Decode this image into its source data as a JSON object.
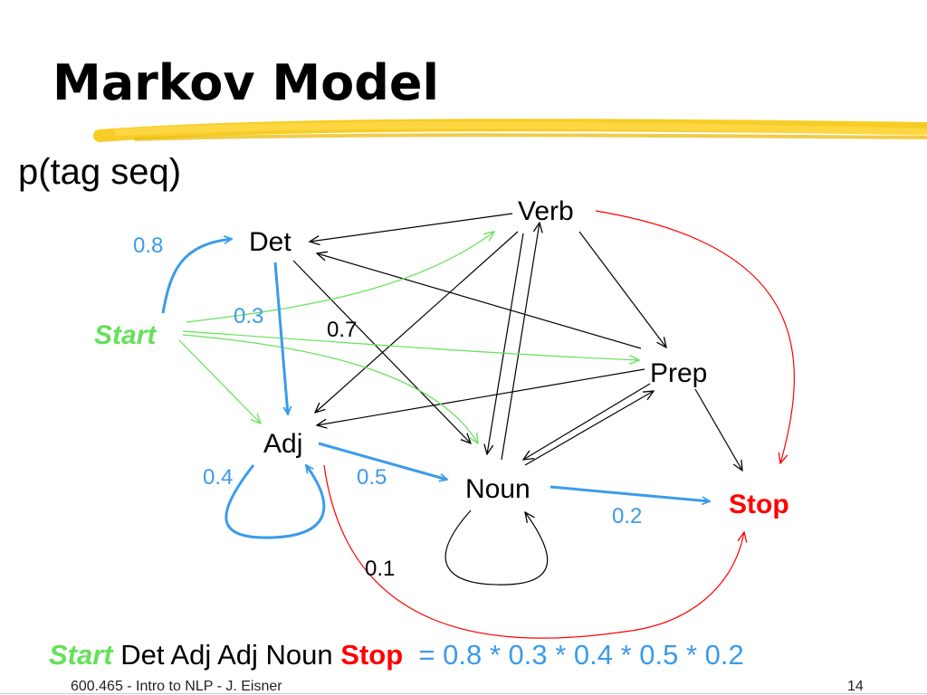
{
  "slide": {
    "title": "Markov Model",
    "subtitle": "p(tag seq)"
  },
  "colors": {
    "start": "#66e05a",
    "stop": "#ff0000",
    "path": "#3b9bea",
    "edge": "#000000",
    "highlight": "#f5c400"
  },
  "nodes": {
    "start": "Start",
    "det": "Det",
    "verb": "Verb",
    "prep": "Prep",
    "adj": "Adj",
    "noun": "Noun",
    "stop": "Stop"
  },
  "probabilities": {
    "start_det": "0.8",
    "det_adj": "0.3",
    "det_noun": "0.7",
    "adj_adj": "0.4",
    "adj_noun": "0.5",
    "noun_stop": "0.2",
    "adj_stop": "0.1"
  },
  "equation": {
    "start": "Start",
    "middle": "Det Adj Adj Noun",
    "stop": "Stop",
    "product": "= 0.8 * 0.3 * 0.4 * 0.5 * 0.2"
  },
  "footer": {
    "course": "600.465 - Intro to NLP - J. Eisner",
    "page": "14"
  }
}
